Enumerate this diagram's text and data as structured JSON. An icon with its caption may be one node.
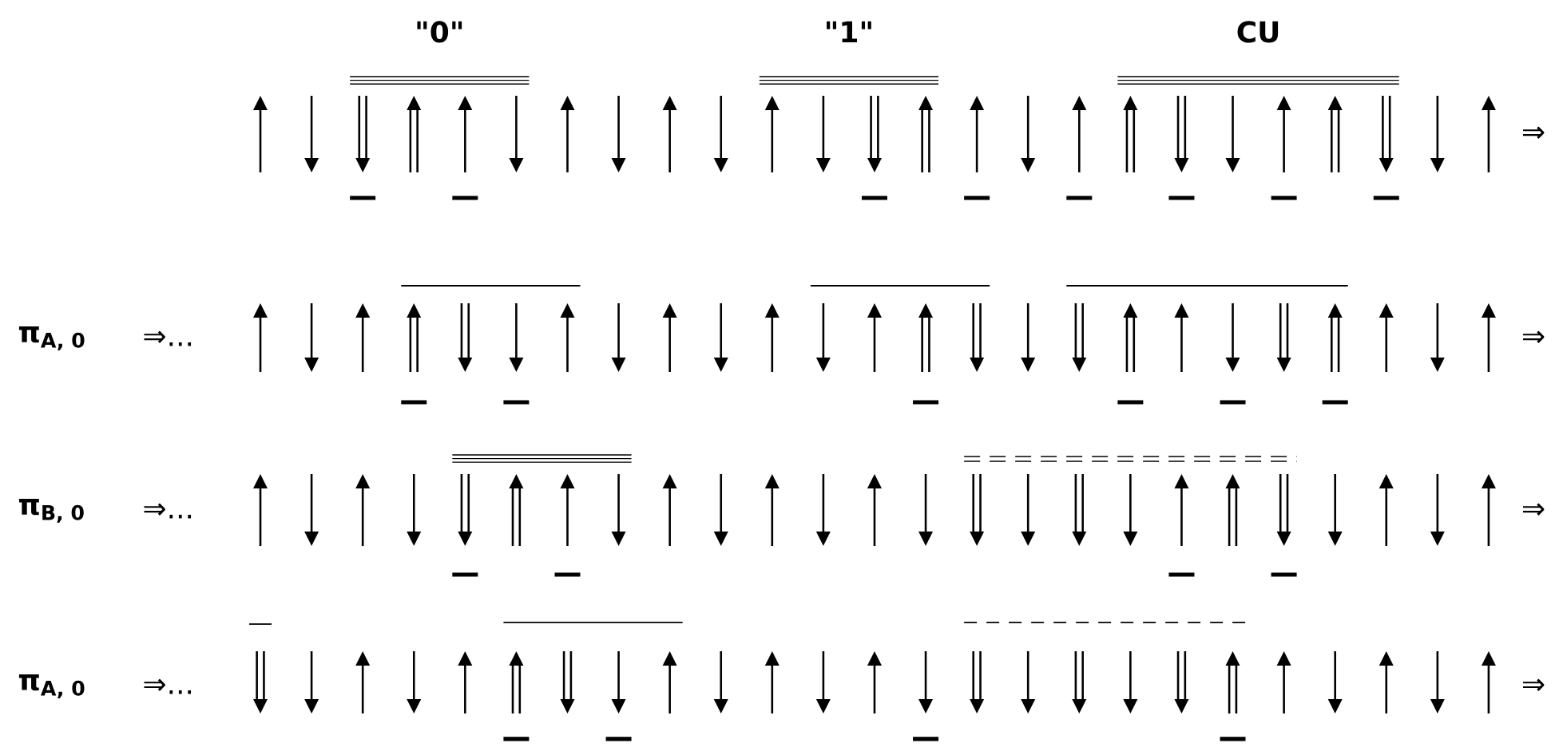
{
  "diagram": {
    "labels": [
      "\"0\"",
      "\"1\"",
      "CU",
      "⇒",
      "π$_{A, 0}$",
      "⇒...",
      "⇒",
      "π$_{B, 0}$",
      "⇒...",
      "⇒",
      "π$_{A, 0}$",
      "⇒...",
      "⇒"
    ]
  }
}
